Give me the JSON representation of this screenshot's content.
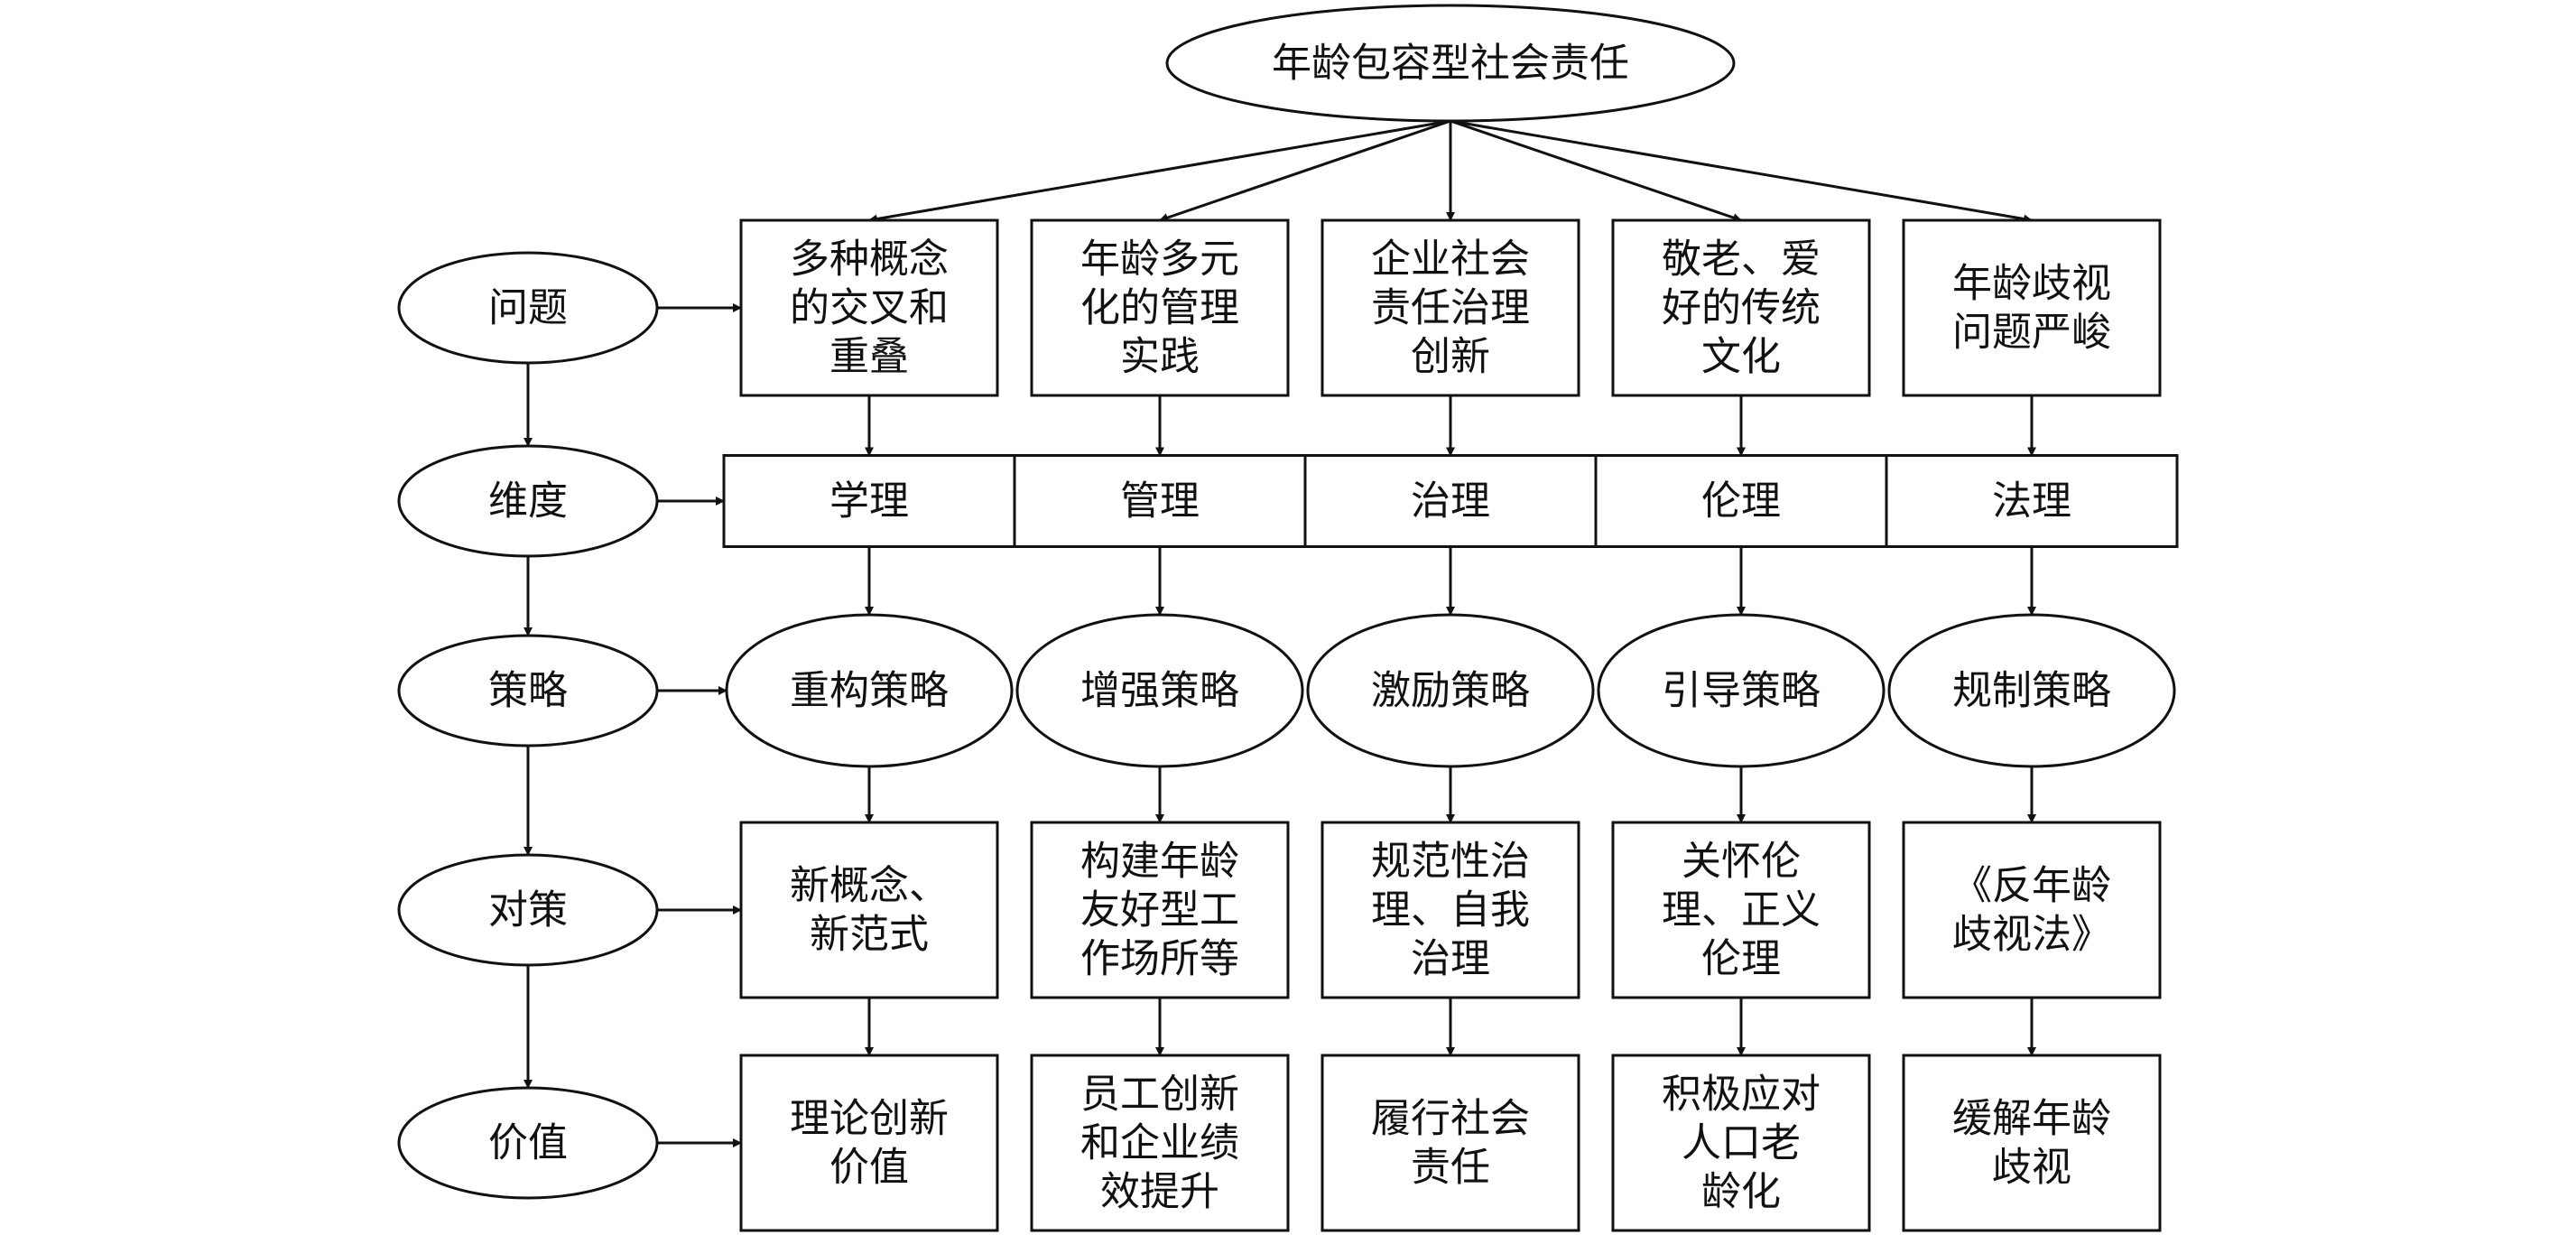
{
  "root": "年龄包容型社会责任",
  "rows": [
    {
      "label": "问题",
      "kind": "box",
      "cells": [
        [
          "多种概念",
          "的交叉和",
          "重叠"
        ],
        [
          "年龄多元",
          "化的管理",
          "实践"
        ],
        [
          "企业社会",
          "责任治理",
          "创新"
        ],
        [
          "敬老、爱",
          "好的传统",
          "文化"
        ],
        [
          "年龄歧视",
          "问题严峻"
        ]
      ]
    },
    {
      "label": "维度",
      "kind": "band",
      "cells": [
        [
          "学理"
        ],
        [
          "管理"
        ],
        [
          "治理"
        ],
        [
          "伦理"
        ],
        [
          "法理"
        ]
      ]
    },
    {
      "label": "策略",
      "kind": "ellipse",
      "cells": [
        [
          "重构策略"
        ],
        [
          "增强策略"
        ],
        [
          "激励策略"
        ],
        [
          "引导策略"
        ],
        [
          "规制策略"
        ]
      ]
    },
    {
      "label": "对策",
      "kind": "box",
      "cells": [
        [
          "新概念、",
          "新范式"
        ],
        [
          "构建年龄",
          "友好型工",
          "作场所等"
        ],
        [
          "规范性治",
          "理、自我",
          "治理"
        ],
        [
          "关怀伦",
          "理、正义",
          "伦理"
        ],
        [
          "《反年龄",
          "歧视法》"
        ]
      ]
    },
    {
      "label": "价值",
      "kind": "box",
      "cells": [
        [
          "理论创新",
          "价值"
        ],
        [
          "员工创新",
          "和企业绩",
          "效提升"
        ],
        [
          "履行社会",
          "责任"
        ],
        [
          "积极应对",
          "人口老",
          "龄化"
        ],
        [
          "缓解年龄",
          "歧视"
        ]
      ]
    }
  ]
}
